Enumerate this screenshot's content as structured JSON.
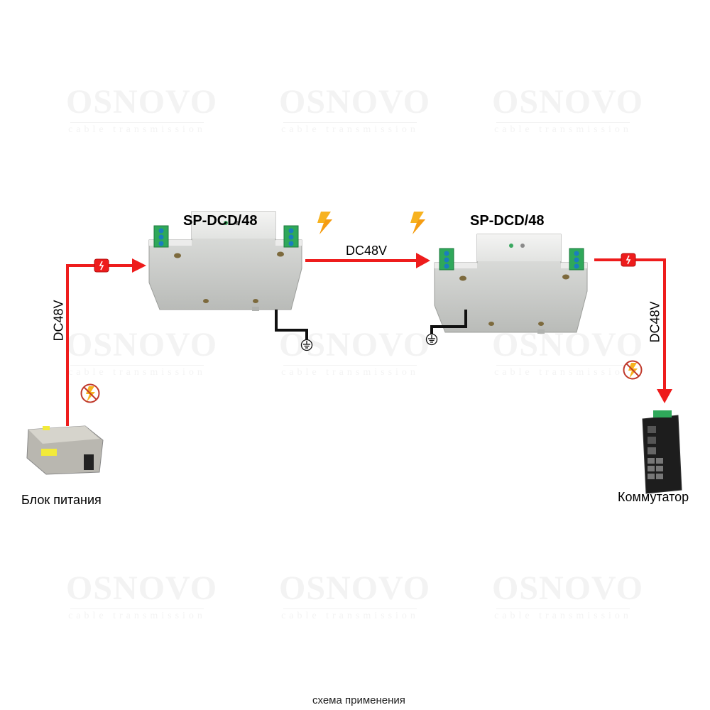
{
  "watermark": {
    "brand": "OSNOVO",
    "tagline": "cable transmission"
  },
  "devices": {
    "protector_1": {
      "title": "SP-DCD/48"
    },
    "protector_2": {
      "title": "SP-DCD/48"
    },
    "power_supply": {
      "label": "Блок питания"
    },
    "switch": {
      "label": "Коммутатор"
    }
  },
  "connections": {
    "left_vertical": {
      "label": "DC48V"
    },
    "middle": {
      "label": "DC48V"
    },
    "right_vertical": {
      "label": "DC48V"
    }
  },
  "icons": {
    "surge": "lightning-bolt",
    "no_surge": "lightning-bolt-prohibited",
    "fuse": "fuse-lightning",
    "ground": "ground-symbol"
  },
  "colors": {
    "wire": "#ee1c1c",
    "ground_wire": "#111111",
    "bolt": "#f7b21f",
    "device_body": "#c9cbc8",
    "terminal": "#2fa85a"
  },
  "caption": "схема применения"
}
